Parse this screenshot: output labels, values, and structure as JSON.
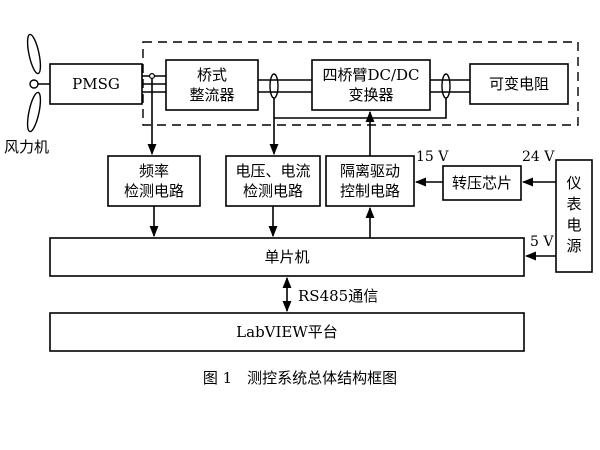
{
  "diagram": {
    "turbine_label": "风力机",
    "blocks": {
      "pmsg": "PMSG",
      "rectifier": [
        "桥式",
        "整流器"
      ],
      "dcdc": [
        "四桥臂DC/DC",
        "变换器"
      ],
      "load": "可变电阻",
      "freq": [
        "频率",
        "检测电路"
      ],
      "vi": [
        "电压、电流",
        "检测电路"
      ],
      "drive": [
        "隔离驱动",
        "控制电路"
      ],
      "converter_chip": "转压芯片",
      "power": [
        "仪",
        "表",
        "电",
        "源"
      ],
      "mcu": "单片机",
      "labview": "LabVIEW平台"
    },
    "labels": {
      "v15": "15 V",
      "v24": "24 V",
      "v5": "5 V",
      "rs485": "RS485通信"
    },
    "caption": "图 1　测控系统总体结构框图"
  }
}
